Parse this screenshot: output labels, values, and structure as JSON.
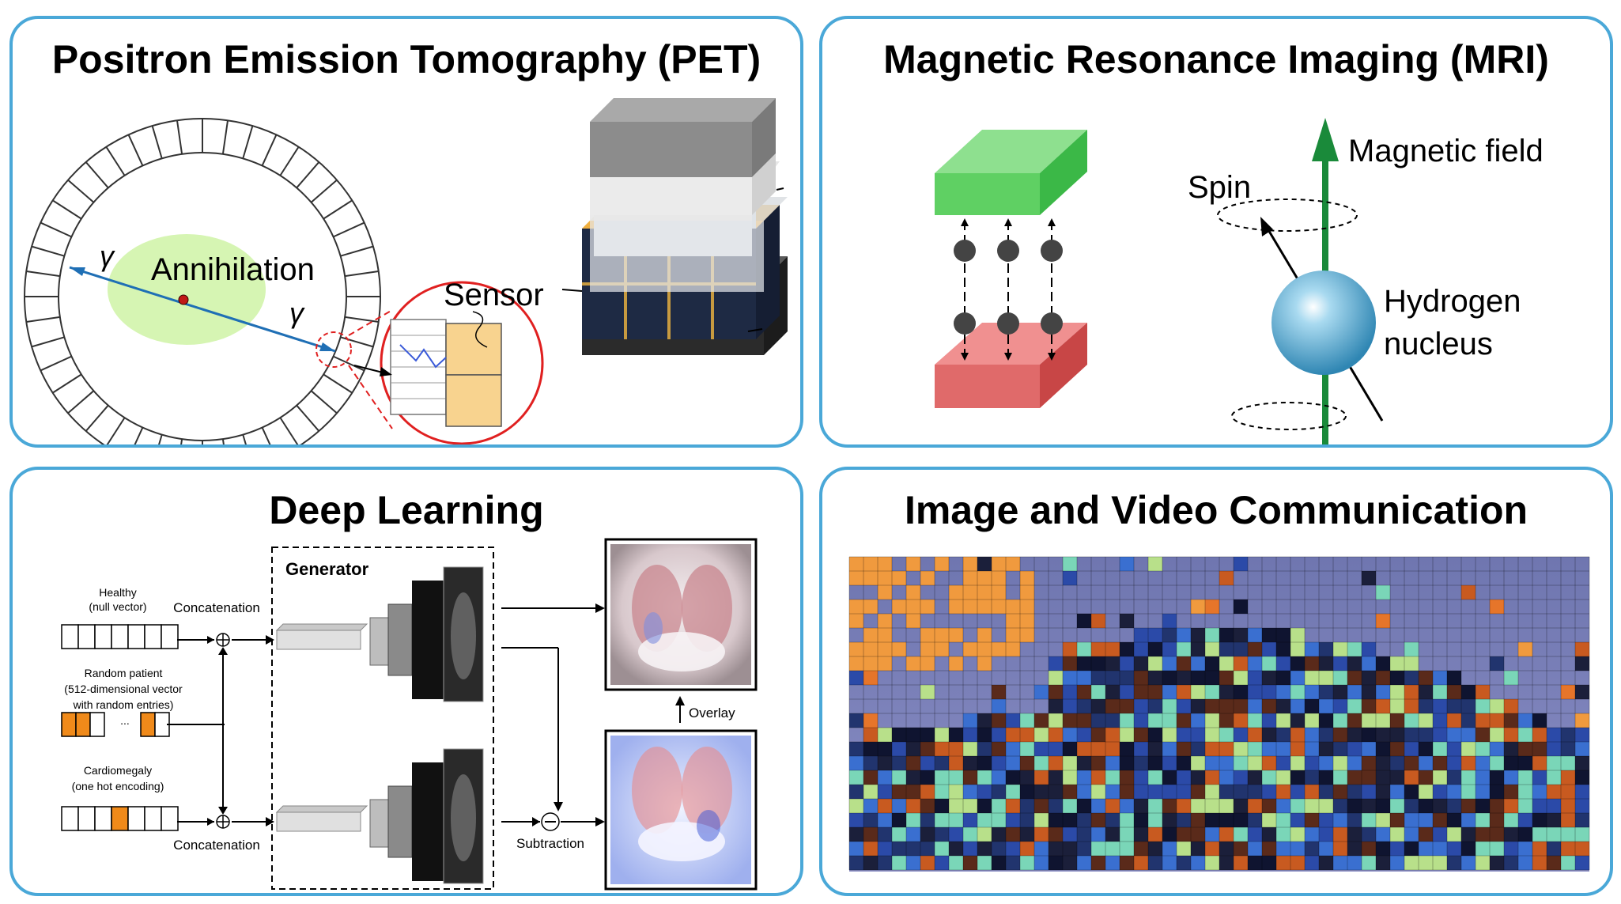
{
  "colors": {
    "panel_border": "#4aa8d8",
    "pet_ellipse": "#d6f5b3",
    "lor_line": "#1f6fb5",
    "sensor_circle": "#e02020",
    "mri_top_magnet": "#55d55a",
    "mri_bottom_magnet": "#e06060",
    "mri_field_arrow": "#1a8a3a",
    "mri_nucleus": "#3f9ec9"
  },
  "panels": {
    "pet": {
      "title": "Positron Emission Tomography (PET)",
      "annihilation_label": "Annihilation",
      "gamma_symbol": "γ",
      "sensor_label": "Sensor"
    },
    "mri": {
      "title": "Magnetic Resonance Imaging (MRI)",
      "field_label": "Magnetic field",
      "spin_label": "Spin",
      "nucleus_label_1": "Hydrogen",
      "nucleus_label_2": "nucleus"
    },
    "dl": {
      "title": "Deep Learning",
      "generator_label": "Generator",
      "healthy_1": "Healthy",
      "healthy_2": "(null vector)",
      "concat_top": "Concatenation",
      "patient_1": "Random patient",
      "patient_2": "(512-dimensional vector",
      "patient_3": "with random entries)",
      "ellipsis": "...",
      "cardio_1": "Cardiomegaly",
      "cardio_2": "(one hot encoding)",
      "concat_bottom": "Concatenation",
      "overlay_label": "Overlay",
      "subtraction_label": "Subtraction"
    },
    "ivc": {
      "title": "Image and Video Communication"
    }
  }
}
